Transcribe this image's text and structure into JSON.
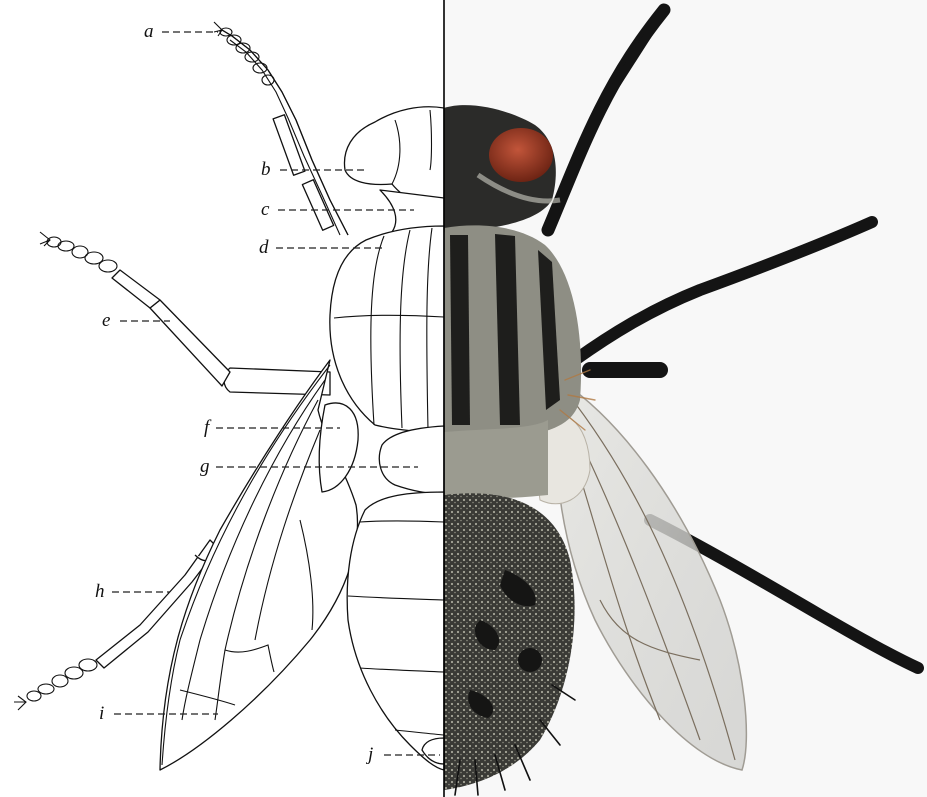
{
  "labels": {
    "a": "a",
    "b": "b",
    "c": "c",
    "d": "d",
    "e": "e",
    "f": "f",
    "g": "g",
    "h": "h",
    "i": "i",
    "j": "j"
  },
  "colors": {
    "line_art": "#111111",
    "photo_background": "#f7f7f7",
    "body_dark": "#2a2a28",
    "body_grey": "#8a8a80",
    "eye": "#9a3520",
    "wing": "#dcdcdc",
    "bristle": "#c08a50"
  }
}
